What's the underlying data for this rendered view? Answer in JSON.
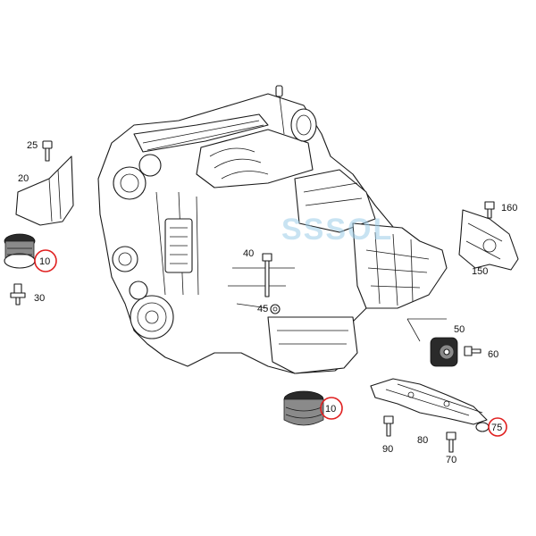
{
  "watermark": "SSSOL",
  "callouts": [
    {
      "id": "c25",
      "text": "25"
    },
    {
      "id": "c20",
      "text": "20"
    },
    {
      "id": "c10a",
      "text": "10",
      "highlighted": true
    },
    {
      "id": "c30",
      "text": "30"
    },
    {
      "id": "c40",
      "text": "40"
    },
    {
      "id": "c45",
      "text": "45"
    },
    {
      "id": "c160",
      "text": "160"
    },
    {
      "id": "c150",
      "text": "150"
    },
    {
      "id": "c50",
      "text": "50"
    },
    {
      "id": "c60",
      "text": "60"
    },
    {
      "id": "c10b",
      "text": "10",
      "highlighted": true
    },
    {
      "id": "c75",
      "text": "75",
      "highlighted": true
    },
    {
      "id": "c90",
      "text": "90"
    },
    {
      "id": "c80",
      "text": "80"
    },
    {
      "id": "c70",
      "text": "70"
    }
  ],
  "colors": {
    "highlight": "#e02020",
    "watermark": "#9ccde8",
    "line": "#1a1a1a"
  }
}
